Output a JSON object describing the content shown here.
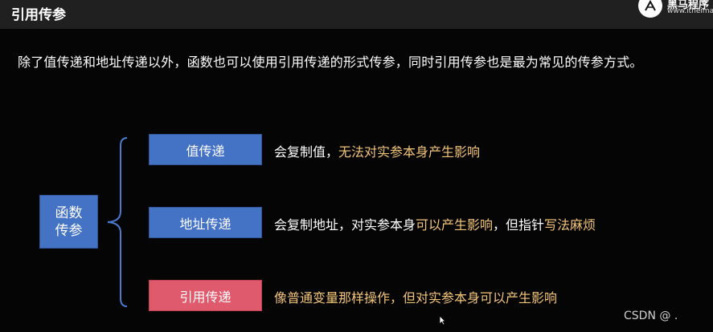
{
  "header": {
    "title": "引用传参",
    "logo_name": "黑马程序",
    "logo_url": "www.itheima"
  },
  "intro": "除了值传递和地址传递以外，函数也可以使用引用传递的形式传参，同时引用传参也是最为常见的传参方式。",
  "diagram": {
    "root_line1": "函数",
    "root_line2": "传参",
    "branches": [
      {
        "label": "值传递",
        "color": "#4472c4",
        "desc_plain": "会复制值，",
        "desc_hl": "无法对实参本身产生影响"
      },
      {
        "label": "地址传递",
        "color": "#4472c4",
        "desc_plain": "会复制地址，对实参本身",
        "desc_hl": "可以产生影响",
        "desc_plain2": "，但指针",
        "desc_hl2": "写法麻烦"
      },
      {
        "label": "引用传递",
        "color": "#e05a6d",
        "desc_hl": "像普通变量那样操作，但对实参本身可以产生影响"
      }
    ],
    "highlight_color": "#f2c47a"
  },
  "watermark": "CSDN @ ."
}
